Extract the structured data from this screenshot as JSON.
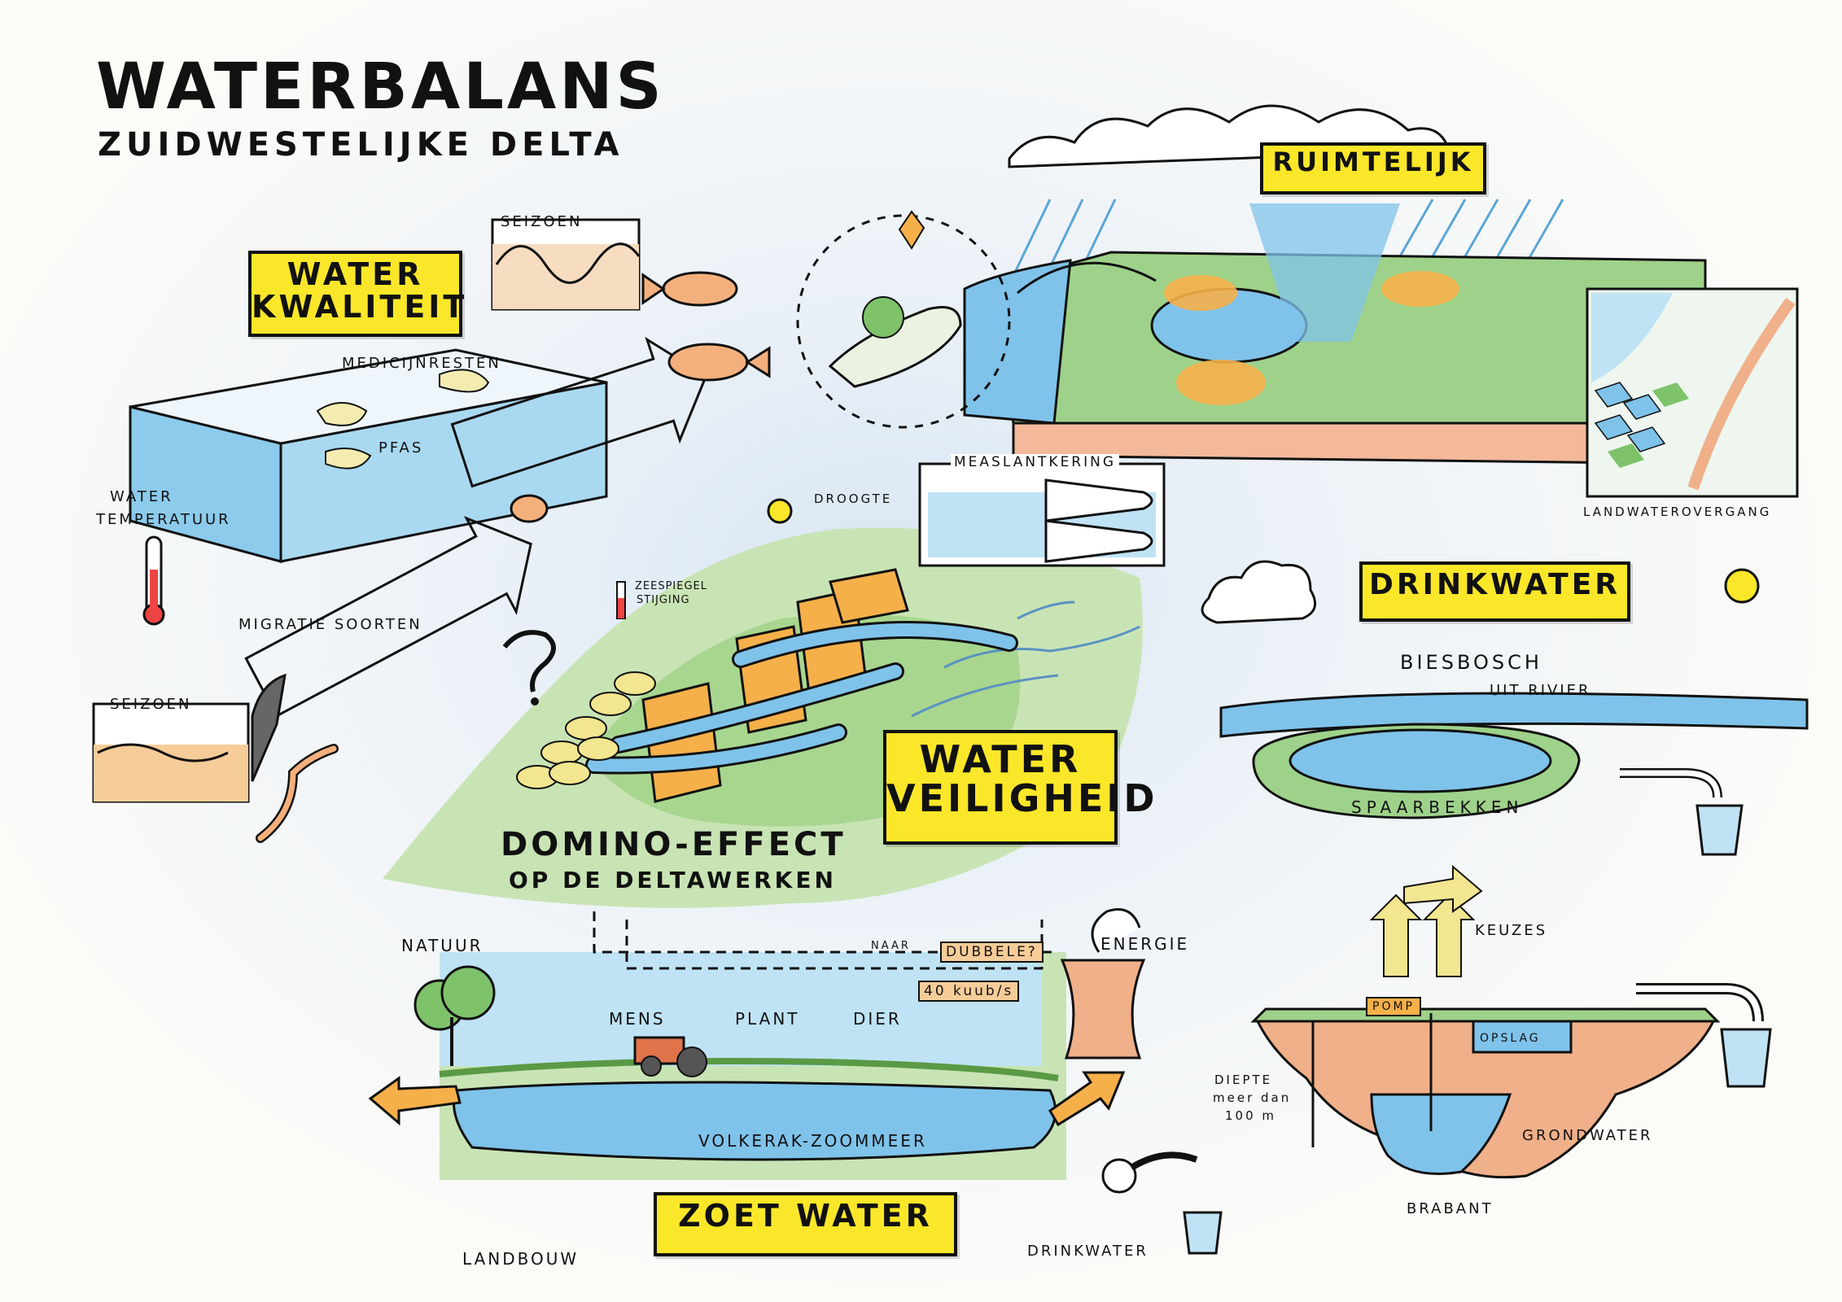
{
  "title": "WATERBALANS",
  "subtitle": "ZUIDWESTELIJKE DELTA",
  "sections": {
    "waterkwaliteit": "WATER KWALITEIT",
    "ruimtelijk": "RUIMTELIJK",
    "drinkwater": "DRINKWATER",
    "waterveiligheid": "WATER VEILIGHEID",
    "zoetwater": "ZOET WATER"
  },
  "labels": {
    "seizoen_top": "SEIZOEN",
    "seizoen_left": "SEIZOEN",
    "medicijnresten": "MEDICIJNRESTEN",
    "pfas": "PFAS",
    "watertemperatuur_1": "WATER",
    "watertemperatuur_2": "TEMPERATUUR",
    "migratie": "MIGRATIE SOORTEN",
    "droogte": "DROOGTE",
    "zeespiegel_1": "ZEESPIEGEL",
    "zeespiegel_2": "STIJGING",
    "measlantkering": "MEASLANTKERING",
    "landwaterovergang": "LANDWATEROVERGANG",
    "domino_1": "DOMINO-EFFECT",
    "domino_2": "OP DE DELTAWERKEN",
    "biesbosch": "BIESBOSCH",
    "uit_rivier": "UIT RIVIER",
    "spaarbekken": "SPAARBEKKEN",
    "keuzes": "KEUZES",
    "pomp": "POMP",
    "opslag": "OPSLAG",
    "diepte_1": "DIEPTE",
    "diepte_2": "meer dan",
    "diepte_3": "100 m",
    "grondwater": "GRONDWATER",
    "brabant": "BRABANT",
    "natuur": "NATUUR",
    "energie": "ENERGIE",
    "naar": "NAAR",
    "dubbele": "DUBBELE?",
    "kuub": "40 kuub/s",
    "mens": "MENS",
    "plant": "PLANT",
    "dier": "DIER",
    "volkerak": "VOLKERAK-ZOOMMEER",
    "landbouw": "LANDBOUW",
    "drinkwater_bottom": "DRINKWATER"
  },
  "colors": {
    "water": "#7fc3ea",
    "water_light": "#bfe3f5",
    "land": "#8fc97a",
    "land_light": "#c9e4b4",
    "soil": "#f0b08a",
    "highlight": "#fbe729",
    "barrier": "#f6b04a"
  }
}
